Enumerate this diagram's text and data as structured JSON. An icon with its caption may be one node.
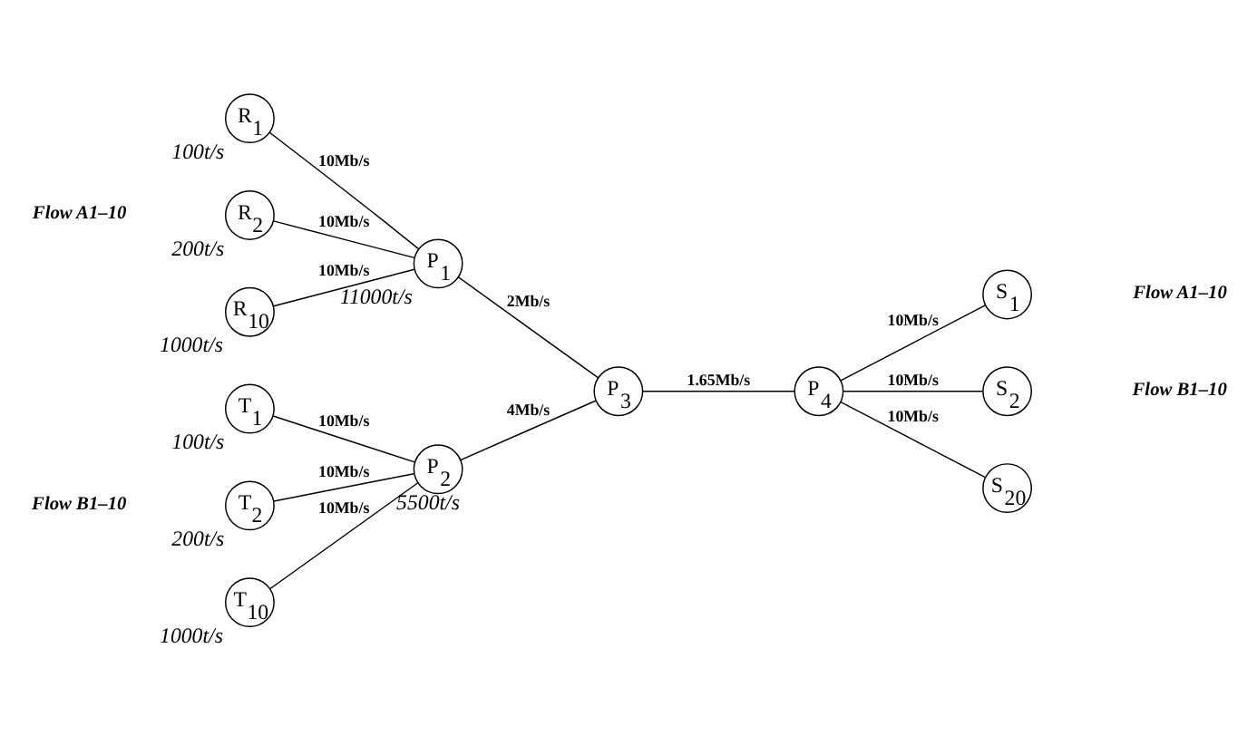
{
  "diagram": {
    "nodes": [
      {
        "text": [
          "R$_{1}$"
        ],
        "beside": [
          "100t/s"
        ]
      },
      {
        "text": [
          "R$_{2}$"
        ],
        "beside": [
          "200t/s"
        ]
      },
      {
        "text": [
          "R$_{10}$"
        ],
        "beside": [
          "1000t/s"
        ]
      },
      {
        "text": [
          "T$_{1}$"
        ],
        "beside": [
          "100t/s"
        ]
      },
      {
        "text": [
          "T$_{2}$"
        ],
        "beside": [
          "200t/s"
        ]
      },
      {
        "text": [
          "T$_{10}$"
        ],
        "beside": [
          "1000t/s"
        ]
      },
      {
        "text": [
          "P$_{1}$"
        ],
        "beside": [
          "11000t/s"
        ]
      },
      {
        "text": [
          "P$_{2}$"
        ],
        "beside": [
          "5500t/s"
        ]
      },
      {
        "text": [
          "P$_{3}$"
        ]
      },
      {
        "text": [
          "P$_{4}$"
        ]
      },
      {
        "text": [
          "S$_{1}$"
        ]
      },
      {
        "text": [
          "S$_{2}$"
        ]
      },
      {
        "text": [
          "S$_{20}$"
        ]
      }
    ],
    "edges": [
      {
        "from": 0,
        "to": 6,
        "arrow": "none",
        "label": "10Mb/s"
      },
      {
        "from": 1,
        "to": 6,
        "arrow": "none",
        "label": "10Mb/s"
      },
      {
        "from": 2,
        "to": 6,
        "arrow": "none",
        "label": "10Mb/s"
      },
      {
        "from": 3,
        "to": 7,
        "arrow": "none",
        "label": "10Mb/s"
      },
      {
        "from": 4,
        "to": 7,
        "arrow": "none",
        "label": "10Mb/s"
      },
      {
        "from": 5,
        "to": 7,
        "arrow": "none",
        "label": "10Mb/s"
      },
      {
        "from": 6,
        "to": 8,
        "arrow": "none",
        "label": "2Mb/s"
      },
      {
        "from": 7,
        "to": 8,
        "arrow": "none",
        "label": "4Mb/s"
      },
      {
        "from": 8,
        "to": 9,
        "arrow": "none",
        "label": "1.65Mb/s"
      },
      {
        "from": 9,
        "to": 10,
        "arrow": "none",
        "label": "10Mb/s"
      },
      {
        "from": 9,
        "to": 11,
        "arrow": "none",
        "label": "10Mb/s"
      },
      {
        "from": 9,
        "to": 12,
        "arrow": "none",
        "label": "10Mb/s"
      }
    ],
    "labels": [
      "Flow A1–10",
      "Flow A1–10",
      "Flow B1–10",
      "Flow B1–10"
    ]
  }
}
